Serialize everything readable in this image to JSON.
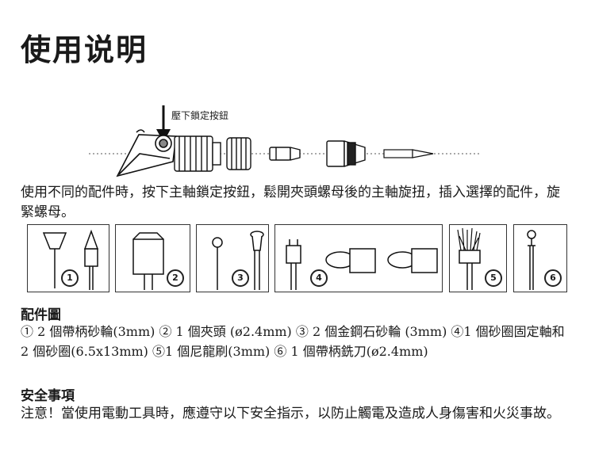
{
  "title": "使用说明",
  "diagram": {
    "press_label": "壓下鎖定按鈕"
  },
  "intro_text": "使用不同的配件時，按下主軸鎖定按鈕，鬆開夾頭螺母後的主軸旋扭，插入選擇的配件，旋緊螺母。",
  "accessories": {
    "panels": [
      {
        "number": "1",
        "icon": "grinding-wheel-icon"
      },
      {
        "number": "2",
        "icon": "cutting-wheel-icon"
      },
      {
        "number": "3",
        "icon": "diamond-grinding-wheel-icon"
      },
      {
        "number": "4",
        "icon": "sanding-band-icon"
      },
      {
        "number": "5",
        "icon": "nylon-brush-icon"
      },
      {
        "number": "6",
        "icon": "milling-cutter-icon"
      }
    ],
    "heading": "配件圖",
    "list_text": "① 2 個帶柄砂輪(3mm) ② 1 個夾頭 (ø2.4mm) ③ 2 個金鋼石砂輪 (3mm) ④1 個砂圈固定軸和 2 個砂圈(6.5x13mm) ⑤1 個尼龍刷(3mm) ⑥ 1 個帶柄銑刀(ø2.4mm)"
  },
  "safety": {
    "heading": "安全事項",
    "text": "注意！當使用電動工具時，應遵守以下安全指示，以防止觸電及造成人身傷害和火災事故。"
  },
  "colors": {
    "ink": "#1a1a1a",
    "line": "#333333",
    "background": "#ffffff"
  }
}
